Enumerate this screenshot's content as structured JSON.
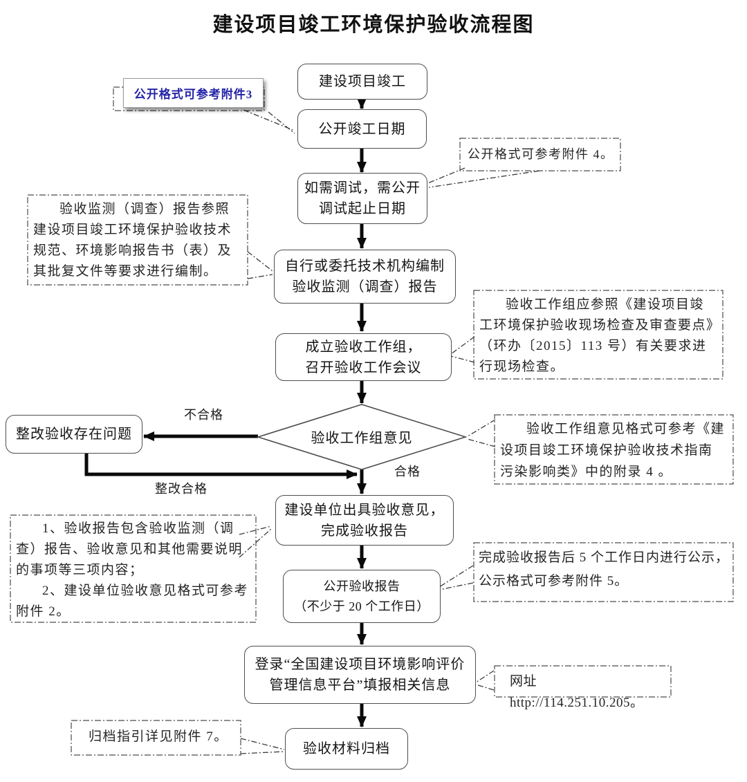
{
  "title": "建设项目竣工环境保护验收流程图",
  "flow": {
    "start": "建设项目竣工",
    "publish_completion_date": "公开竣工日期",
    "debug_dates": "如需调试，需公开\n调试起止日期",
    "compile_report": "自行或委托技术机构编制\n验收监测（调查）报告",
    "form_workgroup": "成立验收工作组，\n召开验收工作会议",
    "decision": "验收工作组意见",
    "rectify": "整改验收存在问题",
    "issue_opinion": "建设单位出具验收意见，\n完成验收报告",
    "publish_report": "公开验收报告\n（不少于 20 个工作日）",
    "login_platform": "登录“全国建设项目环境影响评价\n管理信息平台”填报相关信息",
    "archive": "验收材料归档"
  },
  "edge_labels": {
    "fail": "不合格",
    "pass": "合格",
    "rectify_pass": "整改合格"
  },
  "annotations": {
    "attachment3": "公开格式可参考附件3",
    "attachment4": "公开格式可参考附件 4。",
    "report_basis": "验收监测（调查）报告参照建设项目竣工环境保护验收技术规范、环境影响报告书（表）及其批复文件等要求进行编制。",
    "site_check": "验收工作组应参照《建设项目竣工环境保护验收现场检查及审查要点》（环办〔2015〕113 号）有关要求进行现场检查。",
    "opinion_format": "验收工作组意见格式可参考《建设项目竣工环境保护验收技术指南 污染影响类》中的附录 4 。",
    "report_items": [
      "1、验收报告包含验收监测（调查）报告、验收意见和其他需要说明的事项等三项内容；",
      "2、建设单位验收意见格式可参考附件 2。"
    ],
    "publicity": "完成验收报告后 5 个工作日内进行公示，公示格式可参考附件 5。",
    "website": "网址 http://114.251.10.205。",
    "archive_guide": "归档指引详见附件 7。"
  },
  "colors": {
    "accent_blue": "#2323a8",
    "box_border": "#4d4d4d",
    "arrow": "#0a0a0a"
  }
}
